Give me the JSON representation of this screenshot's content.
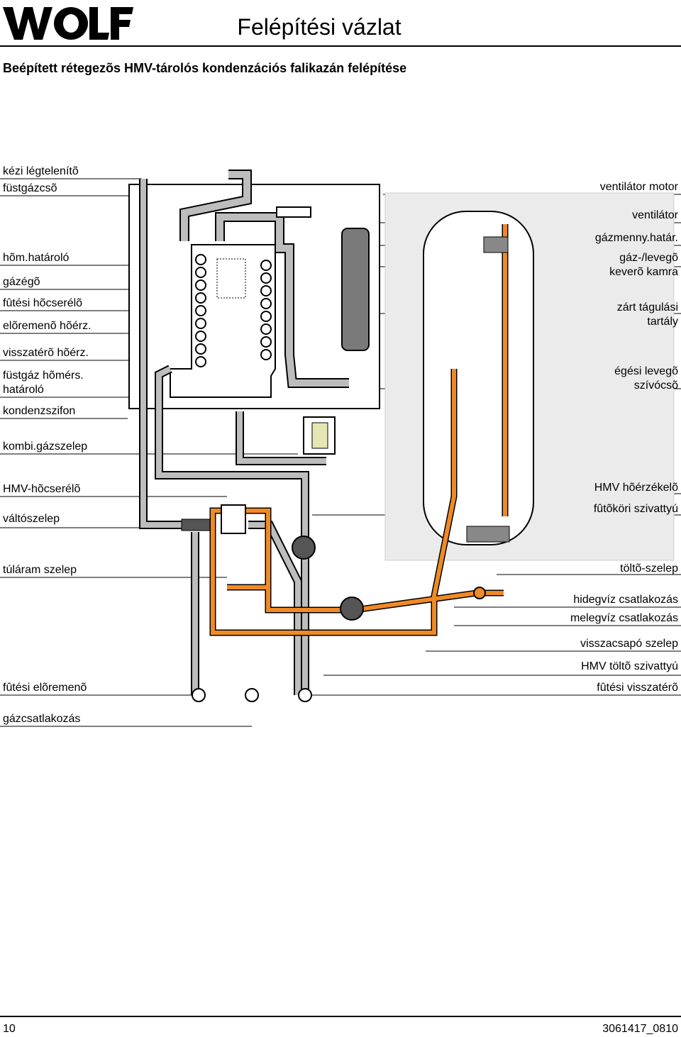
{
  "header": {
    "logo": "WOLF",
    "title": "Felépítési vázlat",
    "subtitle": "Beépített rétegezõs HMV-tárolós kondenzációs falikazán felépítése"
  },
  "labels_left": [
    "kézi légtelenítõ",
    "füstgázcsõ",
    "hõm.határoló",
    "gázégõ",
    "fûtési hõcserélõ",
    "elõremenõ hõérz.",
    "visszatérõ hõérz.",
    "füstgáz hõmérs.",
    "határoló",
    "kondenzszifon",
    "kombi.gázszelep",
    "HMV-hõcserélõ",
    "váltószelep",
    "túláram szelep",
    "fûtési elõremenõ",
    "gázcsatlakozás"
  ],
  "labels_right": [
    "ventilátor motor",
    "ventilátor",
    "gázmenny.határ.",
    "gáz-/levegõ",
    "keverõ kamra",
    "zárt tágulási",
    "tartály",
    "égési levegõ",
    "szívócsõ",
    "HMV hõérzékelõ",
    "fûtõköri szivattyú",
    "töltõ-szelep",
    "hidegvíz csatlakozás",
    "melegvíz csatlakozás",
    "visszacsapó szelep",
    "HMV töltõ szivattyú",
    "fûtési visszatérõ"
  ],
  "footer": {
    "page_number": "10",
    "document_number": "3061417_0810"
  },
  "colors": {
    "pipe_grey": "#bdbdbd",
    "pipe_orange": "#f08a24",
    "tank_fill": "#ebebeb",
    "leader": "#000000"
  }
}
